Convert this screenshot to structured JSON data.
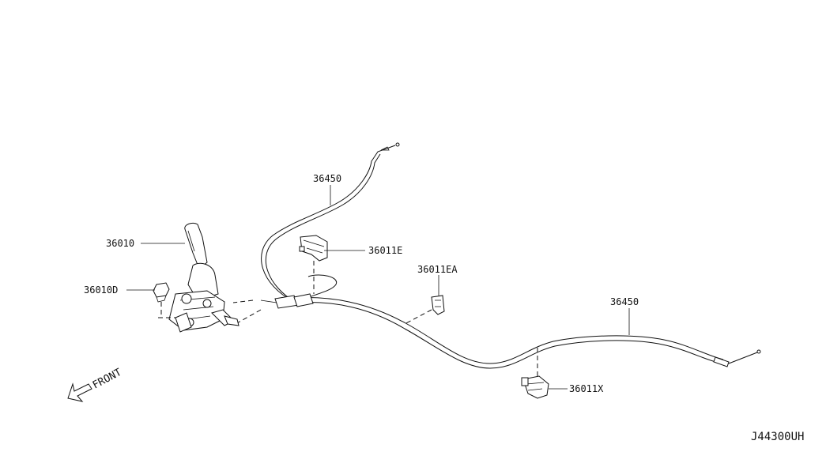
{
  "labels": {
    "lever": "36010",
    "bolt": "36010D",
    "cable_front": "36450",
    "cable_rear": "36450",
    "clamp_e": "36011E",
    "clamp_ea": "36011EA",
    "clamp_x": "36011X"
  },
  "front_label": "FRONT",
  "diagram_code": "J44300UH"
}
